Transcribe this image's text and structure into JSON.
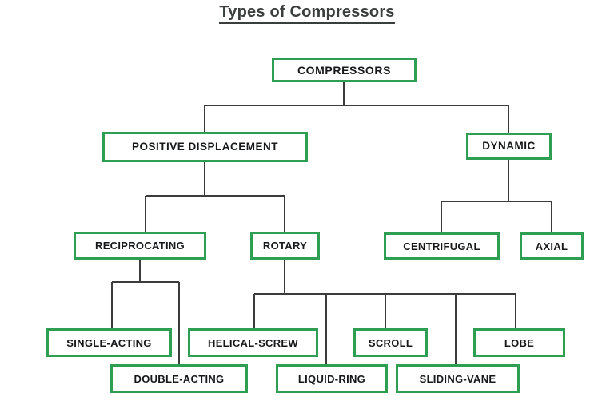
{
  "page": {
    "title": "Types of Compressors",
    "background_color": "#ffffff",
    "box_border_color": "#2e9e52",
    "line_color": "#3c3c3c",
    "text_color": "#16181a",
    "title_color": "#3a3f3d"
  },
  "chart_data": {
    "type": "diagram",
    "diagram_kind": "tree-hierarchy",
    "title": "Types of Compressors",
    "root": "COMPRESSORS",
    "nodes": [
      {
        "id": "compressors",
        "label": "COMPRESSORS",
        "level": 0,
        "parent": null
      },
      {
        "id": "positive",
        "label": "POSITIVE DISPLACEMENT",
        "level": 1,
        "parent": "compressors"
      },
      {
        "id": "dynamic",
        "label": "DYNAMIC",
        "level": 1,
        "parent": "compressors"
      },
      {
        "id": "reciprocating",
        "label": "RECIPROCATING",
        "level": 2,
        "parent": "positive"
      },
      {
        "id": "rotary",
        "label": "ROTARY",
        "level": 2,
        "parent": "positive"
      },
      {
        "id": "centrifugal",
        "label": "CENTRIFUGAL",
        "level": 2,
        "parent": "dynamic"
      },
      {
        "id": "axial",
        "label": "AXIAL",
        "level": 2,
        "parent": "dynamic"
      },
      {
        "id": "single-acting",
        "label": "SINGLE-ACTING",
        "level": 3,
        "parent": "reciprocating"
      },
      {
        "id": "double-acting",
        "label": "DOUBLE-ACTING",
        "level": 3,
        "parent": "reciprocating"
      },
      {
        "id": "helical-screw",
        "label": "HELICAL-SCREW",
        "level": 3,
        "parent": "rotary"
      },
      {
        "id": "liquid-ring",
        "label": "LIQUID-RING",
        "level": 3,
        "parent": "rotary"
      },
      {
        "id": "scroll",
        "label": "SCROLL",
        "level": 3,
        "parent": "rotary"
      },
      {
        "id": "sliding-vane",
        "label": "SLIDING-VANE",
        "level": 3,
        "parent": "rotary"
      },
      {
        "id": "lobe",
        "label": "LOBE",
        "level": 3,
        "parent": "rotary"
      }
    ],
    "edges": [
      [
        "compressors",
        "positive"
      ],
      [
        "compressors",
        "dynamic"
      ],
      [
        "positive",
        "reciprocating"
      ],
      [
        "positive",
        "rotary"
      ],
      [
        "dynamic",
        "centrifugal"
      ],
      [
        "dynamic",
        "axial"
      ],
      [
        "reciprocating",
        "single-acting"
      ],
      [
        "reciprocating",
        "double-acting"
      ],
      [
        "rotary",
        "helical-screw"
      ],
      [
        "rotary",
        "liquid-ring"
      ],
      [
        "rotary",
        "scroll"
      ],
      [
        "rotary",
        "sliding-vane"
      ],
      [
        "rotary",
        "lobe"
      ]
    ]
  },
  "boxes": {
    "compressors": {
      "label": "COMPRESSORS"
    },
    "positive": {
      "label": "POSITIVE DISPLACEMENT"
    },
    "dynamic": {
      "label": "DYNAMIC"
    },
    "reciprocating": {
      "label": "RECIPROCATING"
    },
    "rotary": {
      "label": "ROTARY"
    },
    "centrifugal": {
      "label": "CENTRIFUGAL"
    },
    "axial": {
      "label": "AXIAL"
    },
    "single_acting": {
      "label": "SINGLE-ACTING"
    },
    "double_acting": {
      "label": "DOUBLE-ACTING"
    },
    "helical_screw": {
      "label": "HELICAL-SCREW"
    },
    "liquid_ring": {
      "label": "LIQUID-RING"
    },
    "scroll": {
      "label": "SCROLL"
    },
    "sliding_vane": {
      "label": "SLIDING-VANE"
    },
    "lobe": {
      "label": "LOBE"
    }
  }
}
